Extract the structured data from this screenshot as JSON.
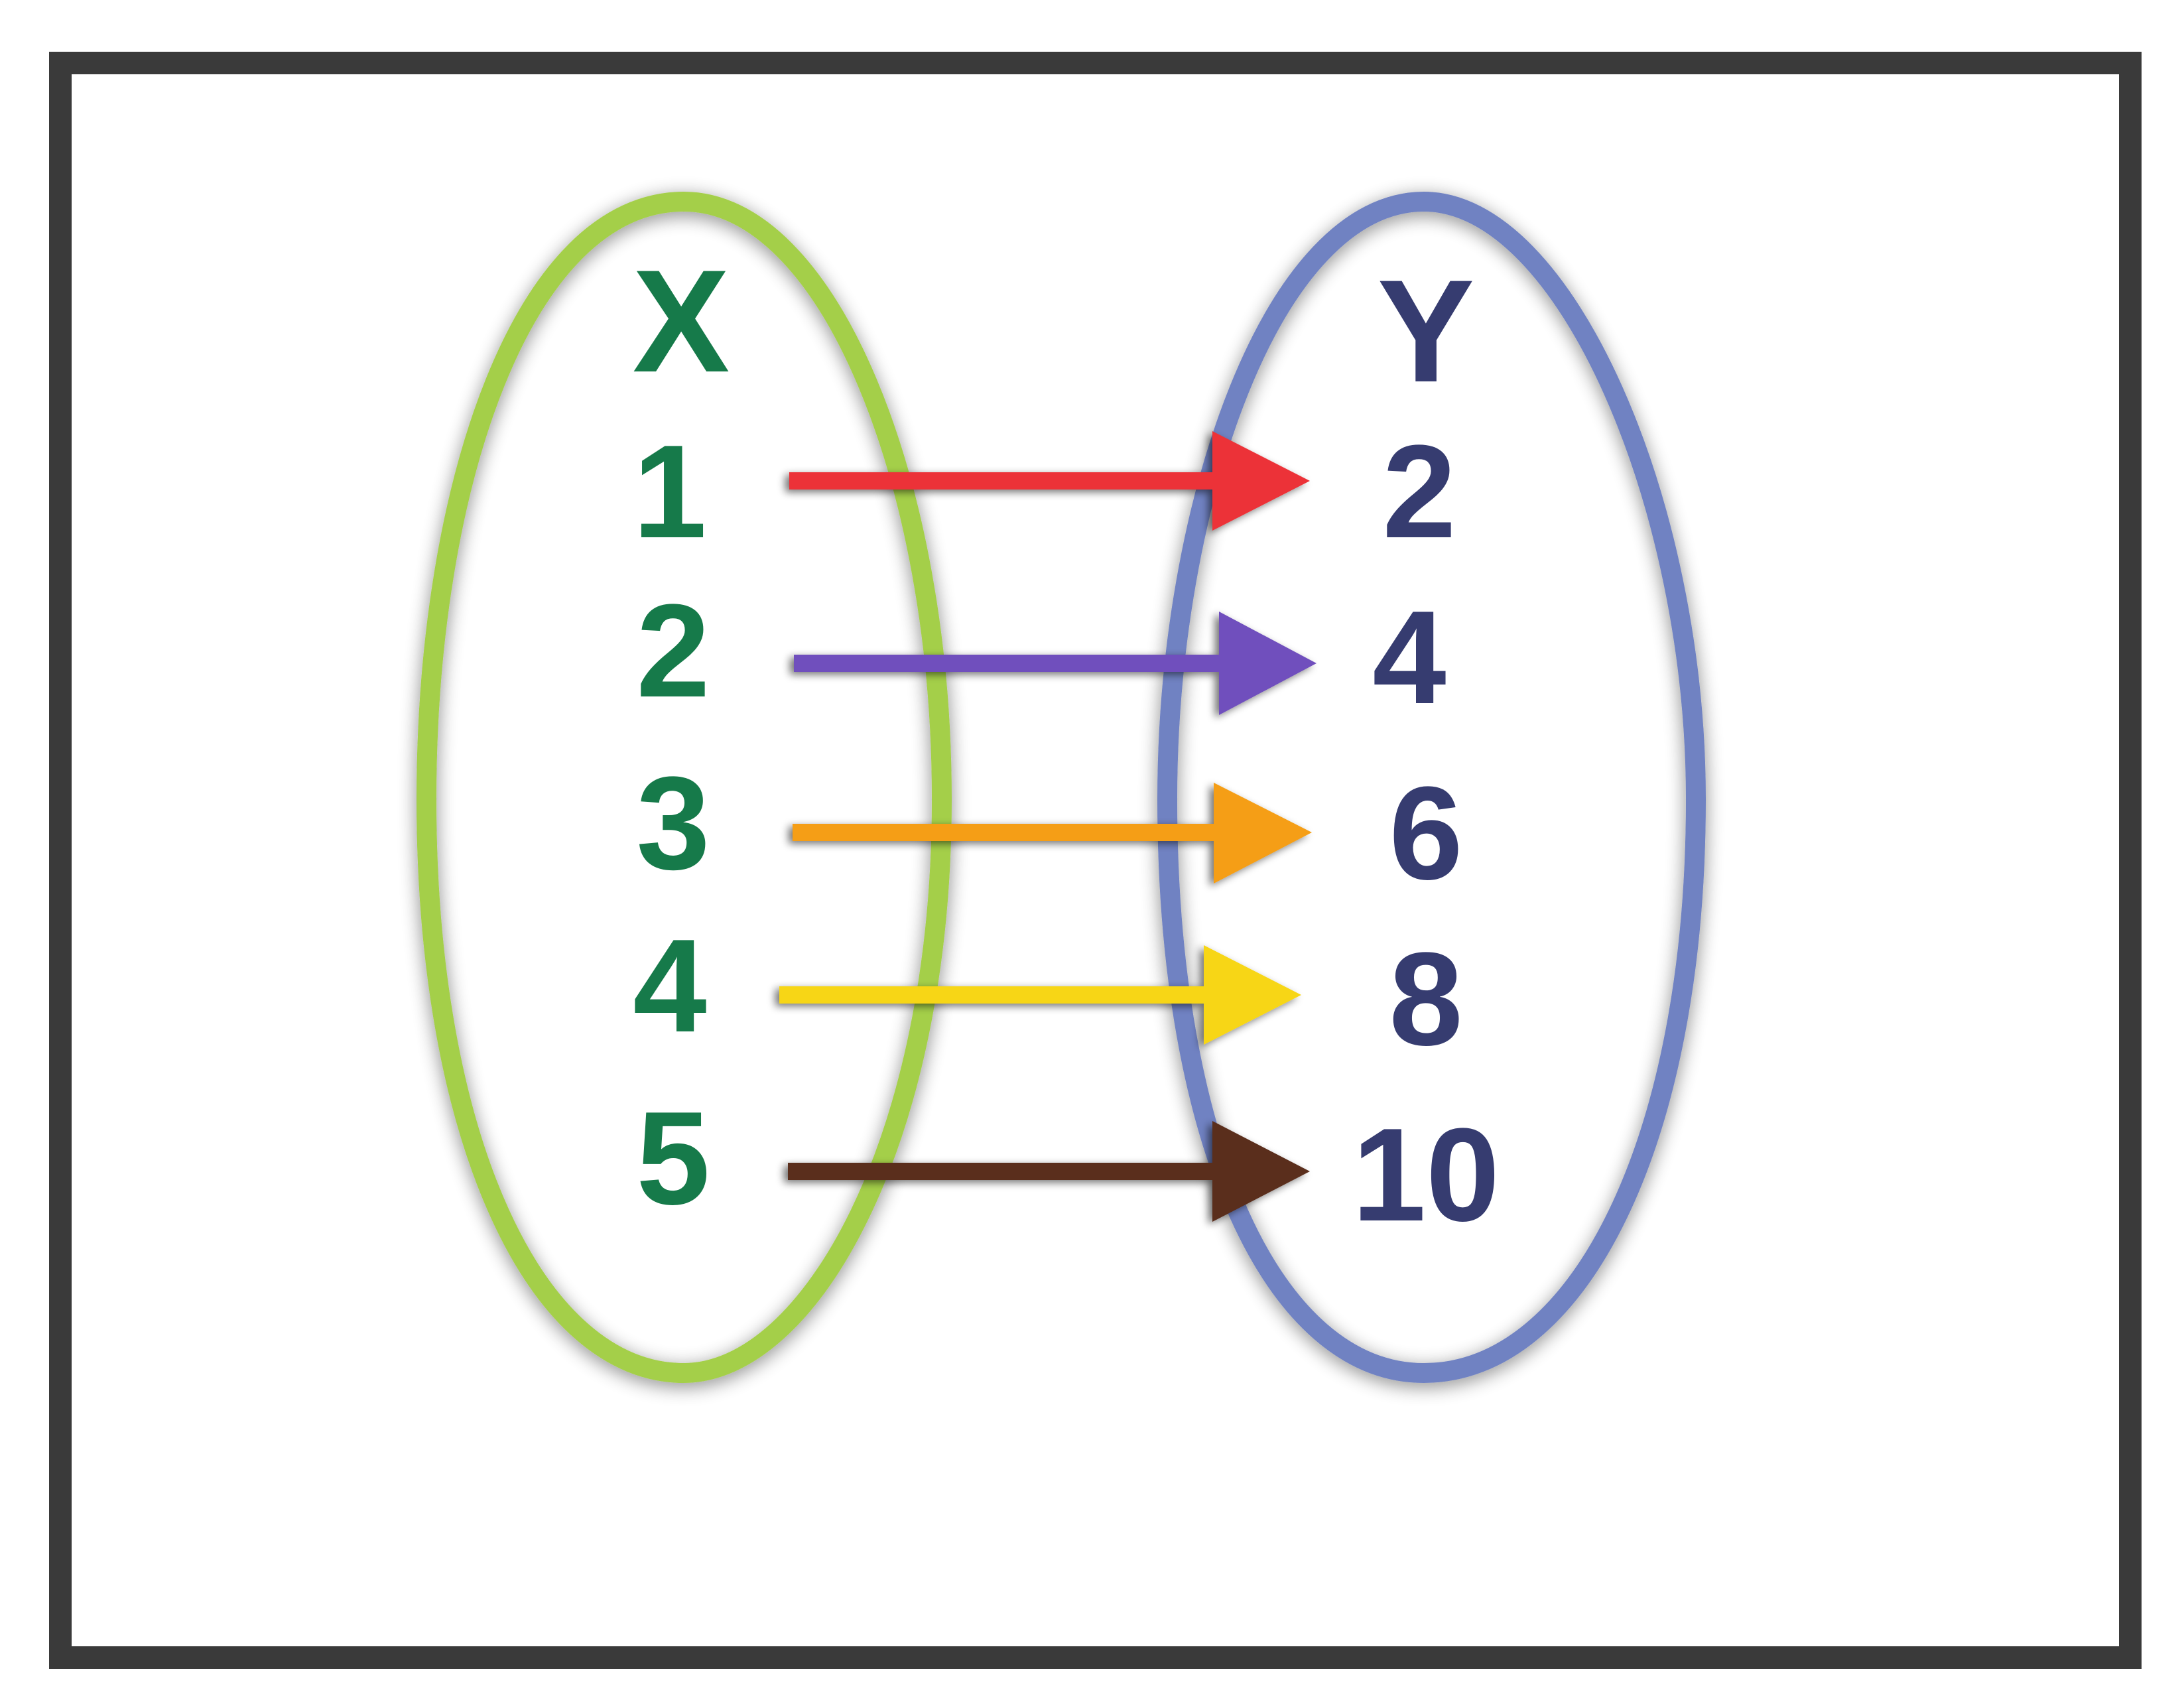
{
  "diagram": {
    "type": "mapping",
    "domain": {
      "header": "X",
      "values": [
        "1",
        "2",
        "3",
        "4",
        "5"
      ],
      "outline_color": "#a4cf4a",
      "text_color": "#167a4a"
    },
    "range": {
      "header": "Y",
      "values": [
        "2",
        "4",
        "6",
        "8",
        "10"
      ],
      "outline_color": "#7082c2",
      "text_color": "#363c70"
    },
    "arrows": [
      {
        "from": "1",
        "to": "2",
        "color": "#ec3237"
      },
      {
        "from": "2",
        "to": "4",
        "color": "#7050bd"
      },
      {
        "from": "3",
        "to": "6",
        "color": "#f59e12"
      },
      {
        "from": "4",
        "to": "8",
        "color": "#f7d614"
      },
      {
        "from": "5",
        "to": "10",
        "color": "#5a2d1b"
      }
    ],
    "frame_color": "#3a3a3a"
  }
}
